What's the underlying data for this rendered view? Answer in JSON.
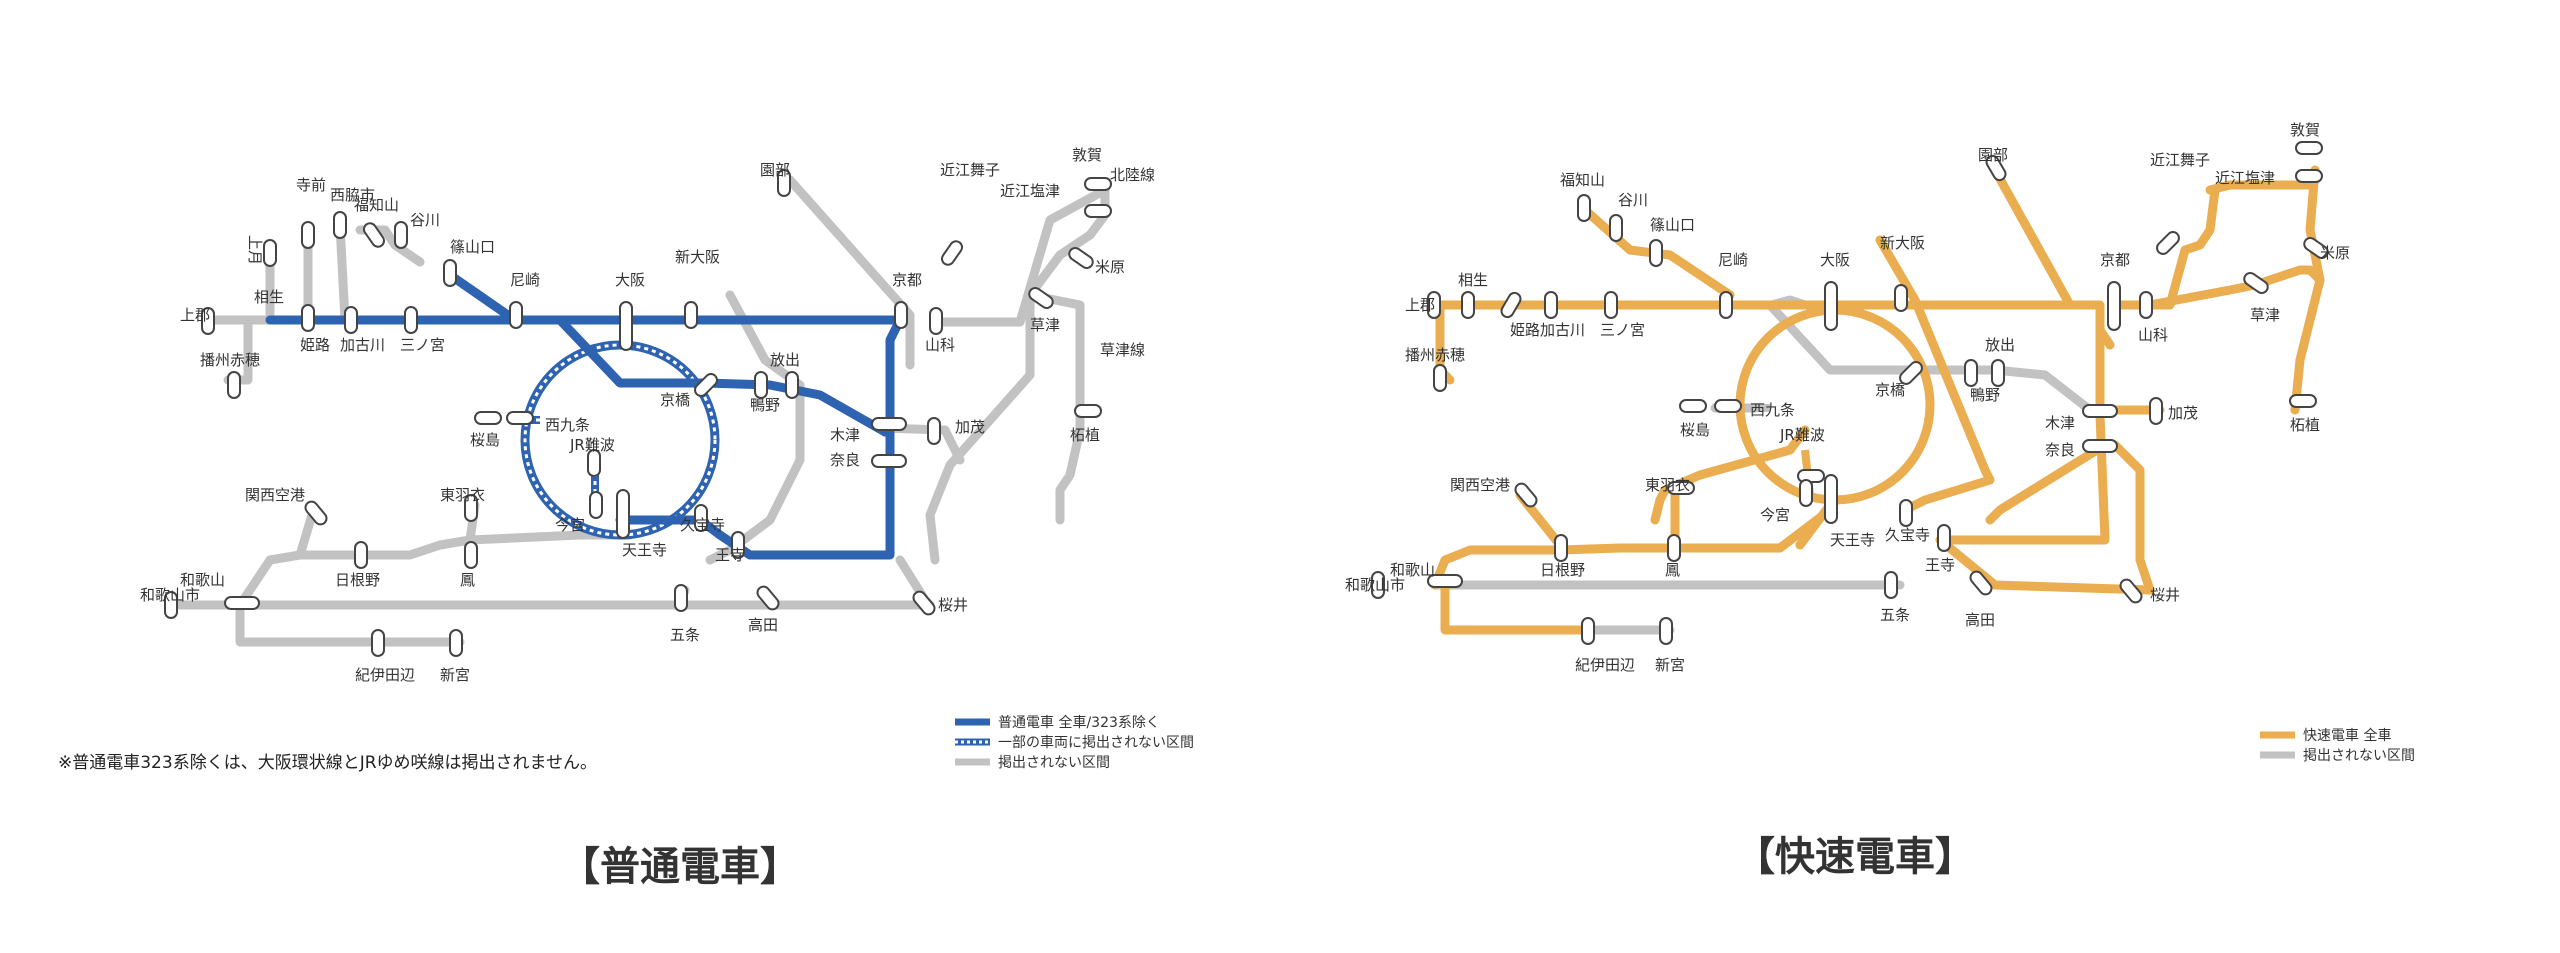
{
  "left_map": {
    "caption": "【普通電車】",
    "note": "※普通電車323系除くは、大阪環状線とJRゆめ咲線は掲出されません。",
    "legend": {
      "solid": "普通電車 全車/323系除く",
      "dotted": "一部の車両に掲出されない区間",
      "gray": "掲出されない区間"
    },
    "stations": {
      "kamigori": "上郡",
      "joppu": "上月",
      "terimae": "寺前",
      "nishiwakishi": "西脇市",
      "fukuchiyama": "福知山",
      "tanigawa": "谷川",
      "sasayamaguchi": "篠山口",
      "aioi": "相生",
      "himeji": "姫路",
      "kakogawa": "加古川",
      "sannomiya": "三ノ宮",
      "amagasaki": "尼崎",
      "osaka": "大阪",
      "shinosaka": "新大阪",
      "kyoto": "京都",
      "sonobe": "園部",
      "omimaiko": "近江舞子",
      "omishiotsu": "近江塩津",
      "tsuruga": "敦賀",
      "hokurikusen": "北陸線",
      "maibara": "米原",
      "kusatsu": "草津",
      "kusatsusen": "草津線",
      "tsuge": "柘植",
      "yamashina": "山科",
      "banshuako": "播州赤穂",
      "hanaten": "放出",
      "kyobashi": "京橋",
      "shigino": "鴨野",
      "kizu": "木津",
      "kamo": "加茂",
      "nara": "奈良",
      "nishikujo": "西九条",
      "sakurajima": "桜島",
      "jrnamba": "JR難波",
      "imamiya": "今宮",
      "tennoji": "天王寺",
      "kudaraji": "久宝寺",
      "oji": "王寺",
      "kansaikuko": "関西空港",
      "higashihagoromo": "東羽衣",
      "hineno": "日根野",
      "otori": "鳳",
      "wakayama": "和歌山",
      "wakayamashi": "和歌山市",
      "gojo": "五条",
      "takada": "高田",
      "sakurai": "桜井",
      "kiitanabe": "紀伊田辺",
      "shingu": "新宮"
    }
  },
  "right_map": {
    "caption": "【快速電車】",
    "legend": {
      "orange": "快速電車 全車",
      "gray": "掲出されない区間"
    },
    "stations": {
      "kamigori": "上郡",
      "fukuchiyama": "福知山",
      "tanigawa": "谷川",
      "sasayamaguchi": "篠山口",
      "aioi": "相生",
      "himeji": "姫路",
      "kakogawa": "加古川",
      "sannomiya": "三ノ宮",
      "amagasaki": "尼崎",
      "osaka": "大阪",
      "shinosaka": "新大阪",
      "kyoto": "京都",
      "sonobe": "園部",
      "omimaiko": "近江舞子",
      "omishiotsu": "近江塩津",
      "tsuruga": "敦賀",
      "maibara": "米原",
      "kusatsu": "草津",
      "tsuge": "柘植",
      "yamashina": "山科",
      "banshuako": "播州赤穂",
      "hanaten": "放出",
      "kyobashi": "京橋",
      "shigino": "鴨野",
      "kizu": "木津",
      "kamo": "加茂",
      "nara": "奈良",
      "nishikujo": "西九条",
      "sakurajima": "桜島",
      "jrnamba": "JR難波",
      "imamiya": "今宮",
      "tennoji": "天王寺",
      "kudaraji": "久宝寺",
      "oji": "王寺",
      "kansaikuko": "関西空港",
      "higashihagoromo": "東羽衣",
      "hineno": "日根野",
      "otori": "鳳",
      "wakayama": "和歌山",
      "wakayamashi": "和歌山市",
      "gojo": "五条",
      "takada": "高田",
      "sakurai": "桜井",
      "kiitanabe": "紀伊田辺",
      "shingu": "新宮"
    }
  },
  "colors": {
    "local": "#2e63b1",
    "rapid": "#eaad4f",
    "gray": "#c2c2c2",
    "stroke": "#444444"
  }
}
